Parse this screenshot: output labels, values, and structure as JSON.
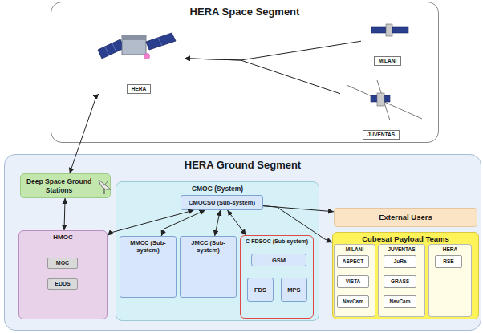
{
  "diagram": {
    "nodes": [
      {
        "text": [
          "HERA Space Segment"
        ]
      },
      {
        "text": [
          "HERA"
        ],
        "in": 0
      },
      {
        "text": [
          "MILANI"
        ],
        "in": 0
      },
      {
        "text": [
          "JUVENTAS"
        ],
        "in": 0
      },
      {
        "text": [
          "HERA Ground Segment"
        ]
      },
      {
        "text": [
          "Deep Space Ground Stations"
        ],
        "in": 4
      },
      {
        "text": [
          "CMOC (System)"
        ],
        "in": 4
      },
      {
        "text": [
          "CMOCSU (Sub-system)"
        ],
        "in": 6
      },
      {
        "text": [
          "MMCC (Sub-system)"
        ],
        "in": 6
      },
      {
        "text": [
          "JMCC (Sub-system)"
        ],
        "in": 6
      },
      {
        "text": [
          "C-FDSOC (Sub-system)"
        ],
        "in": 6
      },
      {
        "text": [
          "GSM"
        ],
        "in": 10
      },
      {
        "text": [
          "FDS"
        ],
        "in": 10
      },
      {
        "text": [
          "MPS"
        ],
        "in": 10
      },
      {
        "text": [
          "HMOC"
        ],
        "in": 4
      },
      {
        "text": [
          "MOC"
        ],
        "in": 14
      },
      {
        "text": [
          "EDDS"
        ],
        "in": 14
      },
      {
        "text": [
          "External Users"
        ],
        "in": 4
      },
      {
        "text": [
          "Cubesat Payload Teams"
        ],
        "in": 4
      },
      {
        "text": [
          "MILANI"
        ],
        "in": 18
      },
      {
        "text": [
          "ASPECT"
        ],
        "in": 19
      },
      {
        "text": [
          "VISTA"
        ],
        "in": 19
      },
      {
        "text": [
          "NavCam"
        ],
        "in": 19
      },
      {
        "text": [
          "JUVENTAS"
        ],
        "in": 18
      },
      {
        "text": [
          "JuRa"
        ],
        "in": 23
      },
      {
        "text": [
          "GRASS"
        ],
        "in": 23
      },
      {
        "text": [
          "NavCam"
        ],
        "in": 23
      },
      {
        "text": [
          "HERA"
        ],
        "in": 18
      },
      {
        "text": [
          "RSE"
        ],
        "in": 27
      }
    ],
    "edges": [
      {
        "from": 2,
        "to": 1,
        "arrow": "to"
      },
      {
        "from": 3,
        "to": 1,
        "arrow": "to"
      },
      {
        "from": 1,
        "to": 5,
        "arrow": "both"
      },
      {
        "from": 5,
        "to": 14,
        "arrow": "both"
      },
      {
        "from": 14,
        "to": 7,
        "arrow": "both"
      },
      {
        "from": 8,
        "to": 7,
        "arrow": "both"
      },
      {
        "from": 9,
        "to": 7,
        "arrow": "both"
      },
      {
        "from": 10,
        "to": 7,
        "arrow": "both"
      },
      {
        "from": 7,
        "to": 17,
        "arrow": "to"
      },
      {
        "from": 7,
        "to": 18,
        "arrow": "to"
      }
    ]
  }
}
